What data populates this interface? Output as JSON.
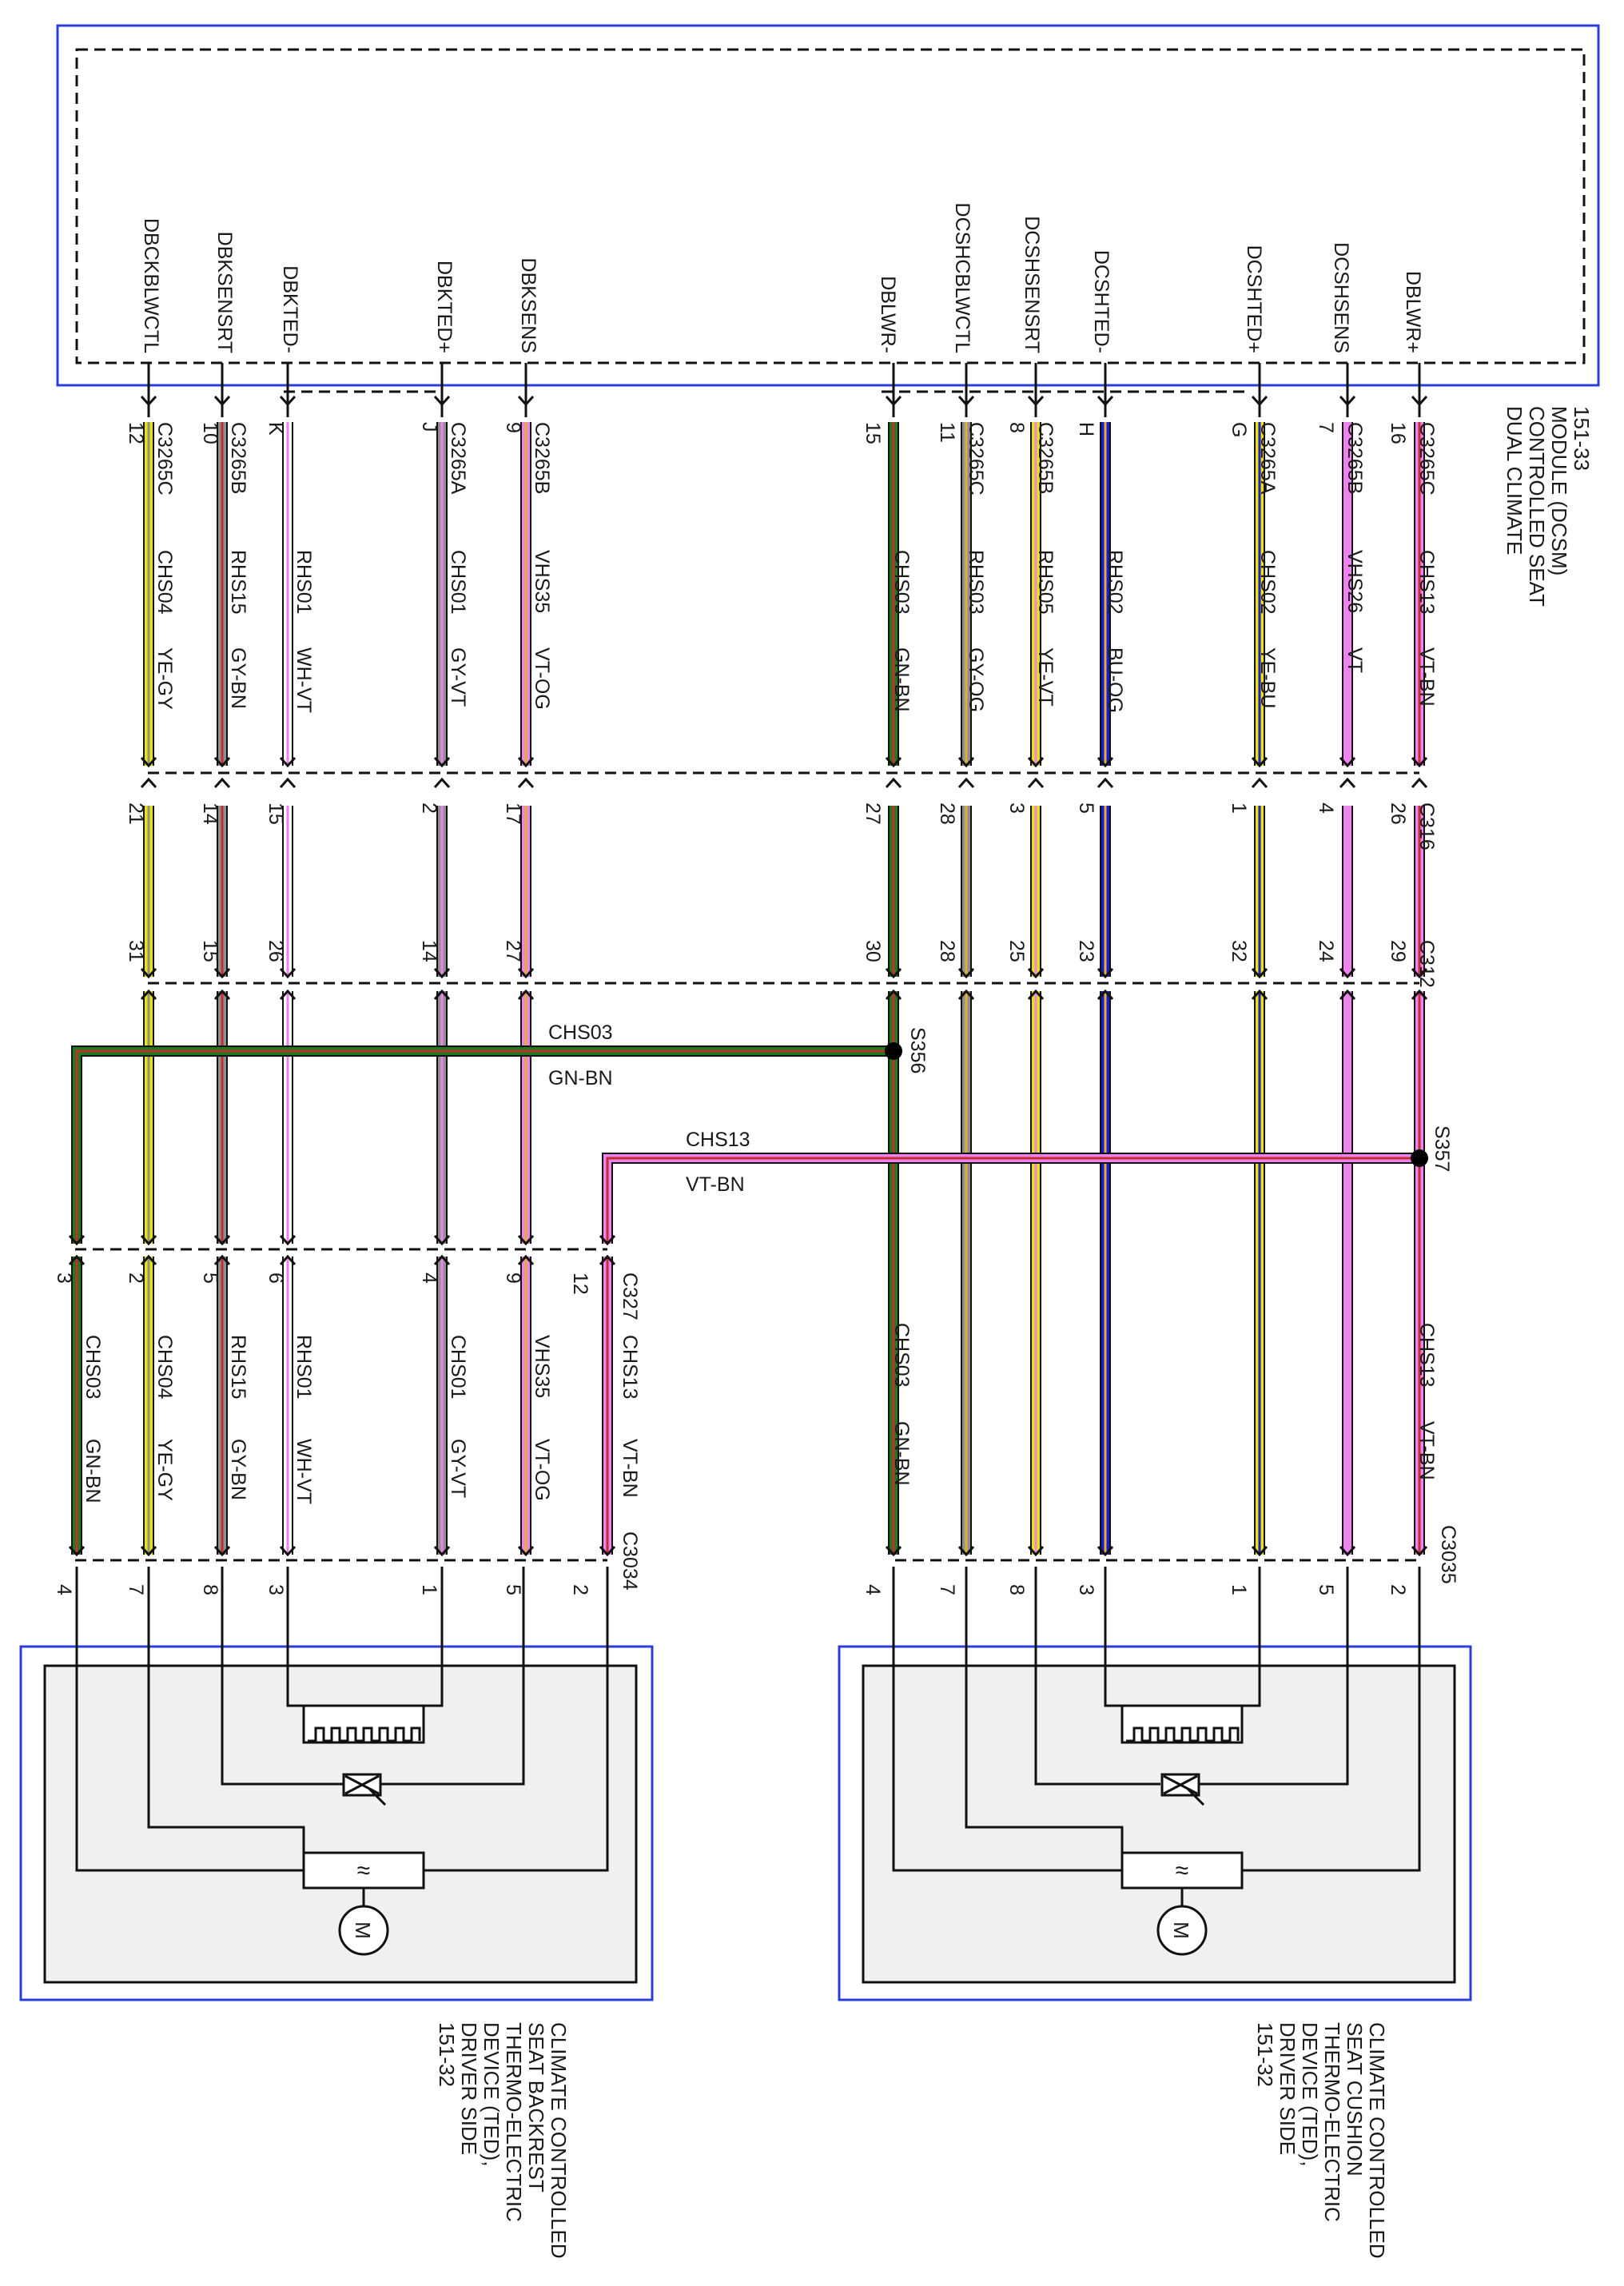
{
  "colors": {
    "YE": "#e8e500",
    "GY": "#909090",
    "BN": "#c03030",
    "WH": "#ffffff",
    "VT": "#ee82ee",
    "OG": "#e0b030",
    "GN": "#1e7a1e",
    "BU": "#1a1ad0",
    "module_box": "#2b3fd8",
    "device_box": "#2b3fd8"
  },
  "dcsm": {
    "title": [
      "DUAL CLIMATE",
      "CONTROLLED SEAT",
      "MODULE (DCSM)",
      "151-33"
    ],
    "pins": [
      {
        "name": "DBCKBLWCTL",
        "conn": "C3265C",
        "pin": "12",
        "circuit": "CHS04",
        "color": "YE-GY",
        "c316": "21",
        "c312": "31"
      },
      {
        "name": "DBKSENSRT",
        "conn": "C3265B",
        "pin": "10",
        "circuit": "RHS15",
        "color": "GY-BN",
        "c316": "14",
        "c312": "15"
      },
      {
        "name": "DBKTED-",
        "conn": "",
        "pin": "K",
        "circuit": "RHS01",
        "color": "WH-VT",
        "c316": "15",
        "c312": "26"
      },
      {
        "name": "DBKTED+",
        "conn": "C3265A",
        "pin": "J",
        "circuit": "CHS01",
        "color": "GY-VT",
        "c316": "2",
        "c312": "14"
      },
      {
        "name": "DBKSENS",
        "conn": "C3265B",
        "pin": "9",
        "circuit": "VHS35",
        "color": "VT-OG",
        "c316": "17",
        "c312": "27"
      },
      {
        "name": "DBLWR-",
        "conn": "",
        "pin": "15",
        "circuit": "CHS03",
        "color": "GN-BN",
        "c316": "27",
        "c312": "30"
      },
      {
        "name": "DCSHCBLWCTL",
        "conn": "C3265C",
        "pin": "11",
        "circuit": "RHS03",
        "color": "GY-OG",
        "c316": "28",
        "c312": "28"
      },
      {
        "name": "DCSHSENSRT",
        "conn": "C3265B",
        "pin": "8",
        "circuit": "RHS05",
        "color": "YE-VT",
        "c316": "3",
        "c312": "25"
      },
      {
        "name": "DCSHTED-",
        "conn": "",
        "pin": "H",
        "circuit": "RHS02",
        "color": "BU-OG",
        "c316": "5",
        "c312": "23"
      },
      {
        "name": "DCSHTED+",
        "conn": "C3265A",
        "pin": "G",
        "circuit": "CHS02",
        "color": "YE-BU",
        "c316": "1",
        "c312": "32"
      },
      {
        "name": "DCSHSENS",
        "conn": "C3265B",
        "pin": "7",
        "circuit": "VHS26",
        "color": "VT",
        "c316": "4",
        "c312": "24"
      },
      {
        "name": "DBLWR+",
        "conn": "C3265C",
        "pin": "16",
        "circuit": "CHS13",
        "color": "VT-BN",
        "c316": "26",
        "c312": "29"
      }
    ]
  },
  "connectors": {
    "c316": "C316",
    "c312": "C312"
  },
  "splices": [
    {
      "id": "S356",
      "circuit": "CHS03",
      "color": "GN-BN"
    },
    {
      "id": "S357",
      "circuit": "CHS13",
      "color": "VT-BN"
    }
  ],
  "c327": {
    "label": "C327",
    "pins": [
      {
        "pin": "3",
        "circuit": "CHS03",
        "color": "GN-BN"
      },
      {
        "pin": "2",
        "circuit": "CHS04",
        "color": "YE-GY"
      },
      {
        "pin": "5",
        "circuit": "RHS15",
        "color": "GY-BN"
      },
      {
        "pin": "6",
        "circuit": "RHS01",
        "color": "WH-VT"
      },
      {
        "pin": "4",
        "circuit": "CHS01",
        "color": "GY-VT"
      },
      {
        "pin": "9",
        "circuit": "VHS35",
        "color": "VT-OG"
      },
      {
        "pin": "12",
        "circuit": "CHS13",
        "color": "VT-BN"
      }
    ]
  },
  "right_lower": [
    {
      "circuit": "CHS03",
      "color": "GN-BN"
    },
    {
      "circuit": "CHS13",
      "color": "VT-BN"
    }
  ],
  "c3034": {
    "label": "C3034",
    "pins": [
      "4",
      "7",
      "8",
      "3",
      "1",
      "5",
      "2"
    ]
  },
  "c3035": {
    "label": "C3035",
    "pins": [
      "4",
      "7",
      "8",
      "3",
      "1",
      "5",
      "2"
    ]
  },
  "backrest": {
    "title": [
      "CLIMATE CONTROLLED",
      "SEAT BACKREST",
      "THERMO-ELECTRIC",
      "DEVICE (TED),",
      "DRIVER SIDE",
      "151-32"
    ],
    "motor": "M"
  },
  "cushion": {
    "title": [
      "CLIMATE CONTROLLED",
      "SEAT CUSHION",
      "THERMO-ELECTRIC",
      "DEVICE (TED),",
      "DRIVER SIDE",
      "151-32"
    ],
    "motor": "M"
  }
}
